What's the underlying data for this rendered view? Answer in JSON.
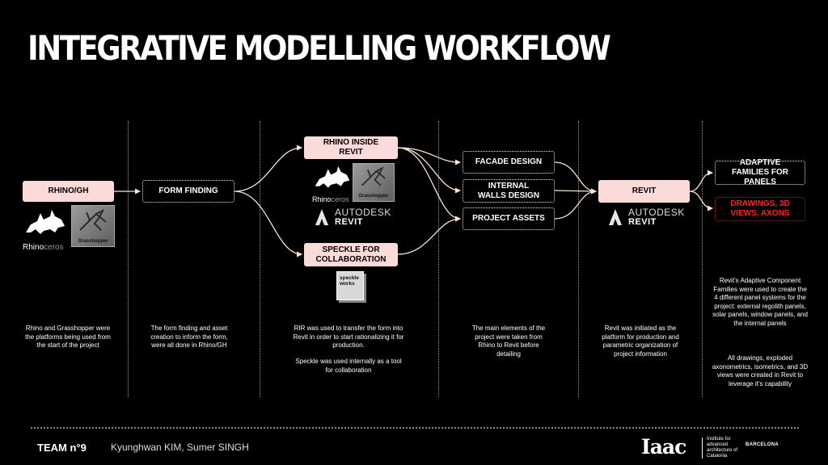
{
  "title": "INTEGRATIVE MODELLING WORKFLOW",
  "nodes": {
    "rhino_gh": "RHINO/GH",
    "form_finding": "FORM FINDING",
    "rhino_inside_revit": "RHINO INSIDE REVIT",
    "speckle": "SPECKLE FOR COLLABORATION",
    "facade_design": "FACADE DESIGN",
    "internal_walls": "INTERNAL WALLS DESIGN",
    "project_assets": "PROJECT ASSETS",
    "revit": "REVIT",
    "adaptive_families": "ADAPTIVE FAMILIES FOR PANELS",
    "drawings": "DRAWINGS, 3D VIEWS, AXONS"
  },
  "logos": {
    "rhino_text_a": "Rhino",
    "rhino_text_b": "ceros",
    "grasshopper": "Grasshopper",
    "autodesk": "AUTODESK",
    "revit": "REVIT",
    "speckle": "speckle works"
  },
  "descriptions": {
    "col1": "Rhino and Grasshopper were the platforms being used from the start of the project",
    "col2": "The form finding and asset creation to inform the form, were all done in Rhino/GH",
    "col3a": "RIR was used to transfer the form into Revit in order to start rationalizing it for production.",
    "col3b": "Speckle was used internally as a tool for collaboration",
    "col4": "The main elements of the project were taken from Rhino to Revit before detailing",
    "col5": "Revit was initiated as the platform for production and parametric organization of project information",
    "col6a": "Revit’s Adaptive Component Families were used to create the 4 different panel systems for the project: external regolith panels, solar panels, window panels, and the internal panels",
    "col6b": "All drawings, exploded axonometrics, isometrics, and 3D views were created in Revit to leverage it’s capability"
  },
  "footer": {
    "team": "TEAM n°9",
    "names": "Kyunghwan KIM, Sumer SINGH",
    "iaac_logo": "Iaac",
    "institute": "Institute for advanced architecture of Catalonia",
    "city": "BARCELONA"
  },
  "colors": {
    "background": "#000000",
    "node_fill": "#fbdada",
    "connector": "#fbe3d0",
    "alert": "#e01010"
  }
}
